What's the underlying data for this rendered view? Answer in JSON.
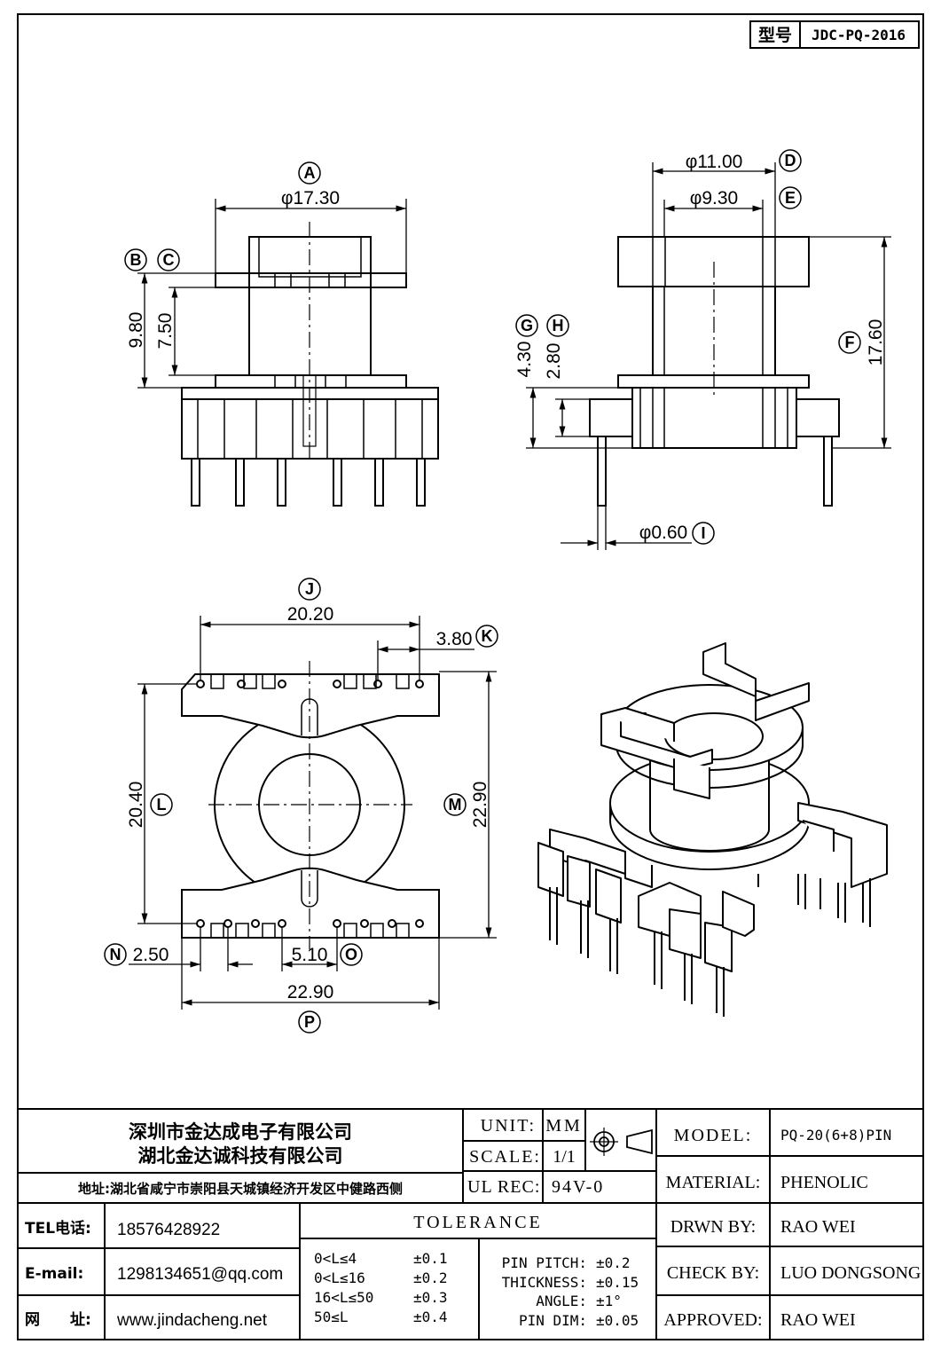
{
  "header": {
    "model_label": "型号",
    "model_value": "JDC-PQ-2016"
  },
  "dimensions": {
    "A": {
      "letter": "A",
      "value": "φ17.30"
    },
    "B": {
      "letter": "B",
      "value": "9.80"
    },
    "C": {
      "letter": "C",
      "value": "7.50"
    },
    "D": {
      "letter": "D",
      "value": "φ11.00"
    },
    "E": {
      "letter": "E",
      "value": "φ9.30"
    },
    "F": {
      "letter": "F",
      "value": "17.60"
    },
    "G": {
      "letter": "G",
      "value": "4.30"
    },
    "H": {
      "letter": "H",
      "value": "2.80"
    },
    "I": {
      "letter": "I",
      "value": "φ0.60"
    },
    "J": {
      "letter": "J",
      "value": "20.20"
    },
    "K": {
      "letter": "K",
      "value": "3.80"
    },
    "L": {
      "letter": "L",
      "value": "20.40"
    },
    "M": {
      "letter": "M",
      "value": "22.90"
    },
    "N": {
      "letter": "N",
      "value": "2.50"
    },
    "O": {
      "letter": "O",
      "value": "5.10"
    },
    "P": {
      "letter": "P",
      "value": "22.90"
    }
  },
  "title_block": {
    "company_1": "深圳市金达成电子有限公司",
    "company_2": "湖北金达诚科技有限公司",
    "address": "地址:湖北省咸宁市崇阳县天城镇经济开发区中健路西侧",
    "tel_label": "TEL电话:",
    "tel_value": "18576428922",
    "email_label": "E-mail:",
    "email_value": "1298134651@qq.com",
    "web_label": "网　　址:",
    "web_value": "www.jindacheng.net",
    "unit_label": "UNIT:",
    "unit_value": "MM",
    "scale_label": "SCALE:",
    "scale_value": "1/1",
    "ulrec_label": "UL REC:",
    "ulrec_value": "94V-0",
    "tolerance_title": "TOLERANCE",
    "tolerances": [
      {
        "range": "0<L≤4",
        "value": "±0.1"
      },
      {
        "range": "0<L≤16",
        "value": "±0.2"
      },
      {
        "range": "16<L≤50",
        "value": "±0.3"
      },
      {
        "range": "50≤L",
        "value": "±0.4"
      }
    ],
    "specs": [
      {
        "label": "PIN PITCH:",
        "value": "±0.2"
      },
      {
        "label": "THICKNESS:",
        "value": "±0.15"
      },
      {
        "label": "ANGLE:",
        "value": "±1°"
      },
      {
        "label": "PIN DIM:",
        "value": "±0.05"
      }
    ],
    "model_label": "MODEL:",
    "model_value": "PQ-20(6+8)PIN",
    "material_label": "MATERIAL:",
    "material_value": "PHENOLIC",
    "drawn_label": "DRWN BY:",
    "drawn_value": "RAO WEI",
    "check_label": "CHECK BY:",
    "check_value": "LUO DONGSONG",
    "approved_label": "APPROVED:",
    "approved_value": "RAO WEI"
  }
}
